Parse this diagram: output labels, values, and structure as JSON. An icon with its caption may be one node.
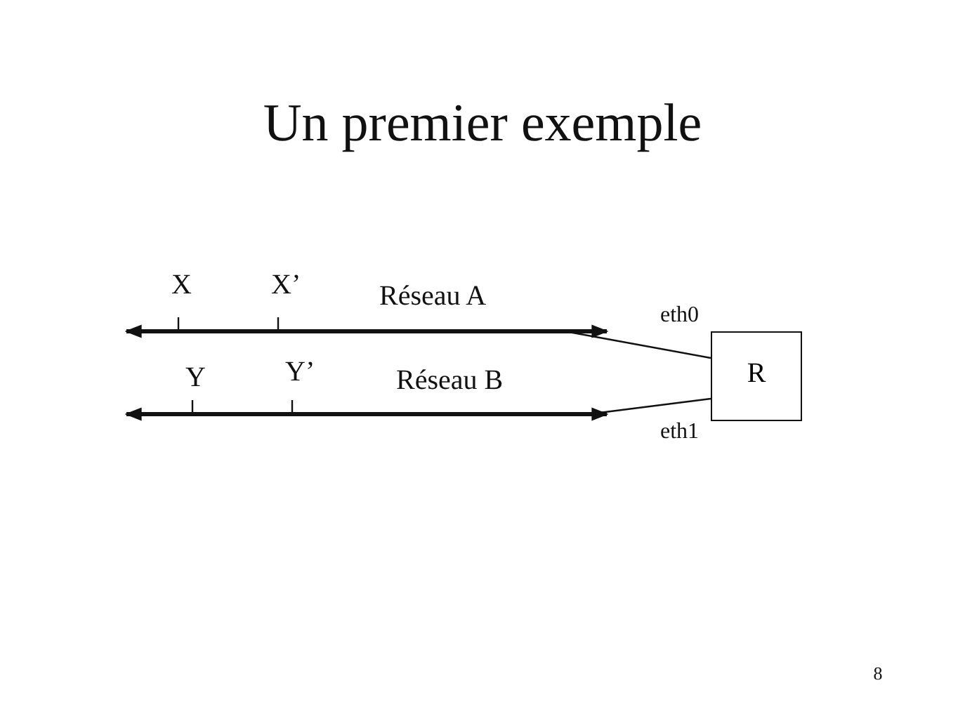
{
  "diagram": {
    "title": "Un premier exemple",
    "nodes": [
      {
        "text": [
          "Réseau A"
        ]
      },
      {
        "text": [
          "Réseau B"
        ]
      },
      {
        "text": [
          "R"
        ]
      }
    ],
    "edges": [
      {
        "from": 2,
        "to": 0,
        "arrow": "none",
        "label": "eth0"
      },
      {
        "from": 2,
        "to": 1,
        "arrow": "none",
        "label": "eth1"
      }
    ],
    "labels": [
      "X",
      "X’",
      "Y",
      "Y’",
      "8"
    ]
  }
}
